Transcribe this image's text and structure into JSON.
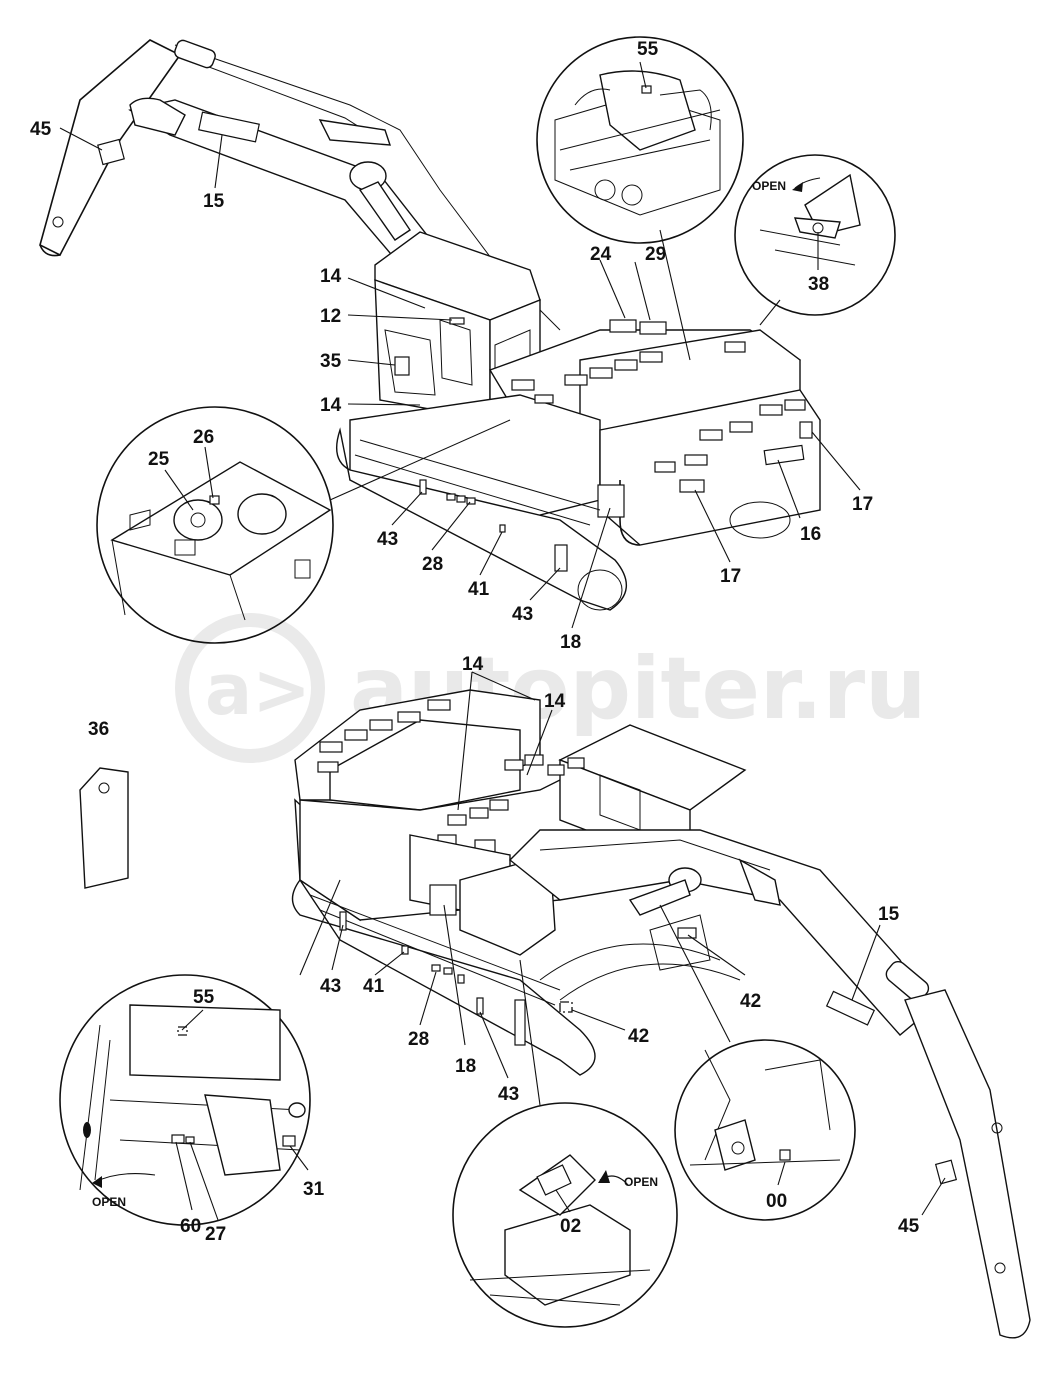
{
  "watermark": "autopiter.ru",
  "labels": {
    "l45_top": "45",
    "l15_top": "15",
    "l55_top": "55",
    "l24": "24",
    "l29": "29",
    "l38": "38",
    "l14_a": "14",
    "l12": "12",
    "l35": "35",
    "l14_b": "14",
    "l26": "26",
    "l25": "25",
    "l43_a": "43",
    "l28_a": "28",
    "l41_a": "41",
    "l43_b": "43",
    "l18_a": "18",
    "l17_a": "17",
    "l16": "16",
    "l17_b": "17",
    "l14_c": "14",
    "l14_d": "14",
    "l36": "36",
    "l15_b": "15",
    "l43_c": "43",
    "l41_b": "41",
    "l28_b": "28",
    "l18_b": "18",
    "l43_d": "43",
    "l42_a": "42",
    "l42_b": "42",
    "l55_b": "55",
    "l31": "31",
    "l60": "60",
    "l27": "27",
    "l02": "02",
    "l00": "00",
    "l45_b": "45"
  },
  "open_labels": {
    "open_top": "OPEN",
    "open_left": "OPEN",
    "open_center": "OPEN"
  },
  "icons": [
    "excavator-top-view",
    "excavator-bottom-view",
    "detail-circle",
    "tag-36",
    "open-arrow"
  ]
}
